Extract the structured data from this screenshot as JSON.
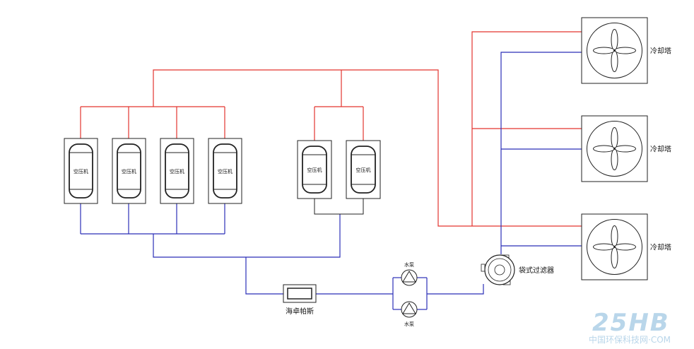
{
  "colors": {
    "hot_line": "#e3342f",
    "cold_line": "#2b2fb8",
    "outline": "#222222",
    "watermark": "#b9d6ea"
  },
  "compressors": [
    {
      "label": "空压机"
    },
    {
      "label": "空压机"
    },
    {
      "label": "空压机"
    },
    {
      "label": "空压机"
    },
    {
      "label": "空压机"
    },
    {
      "label": "空压机"
    }
  ],
  "cooling_towers": [
    {
      "label": "冷却塔"
    },
    {
      "label": "冷却塔"
    },
    {
      "label": "冷却塔"
    }
  ],
  "pumps": [
    {
      "label": "水泵"
    },
    {
      "label": "水泵"
    }
  ],
  "filter": {
    "label": "袋式过滤器"
  },
  "heat_exchanger": {
    "label": "海卓帕斯"
  },
  "watermark": {
    "logo": "25HB",
    "site": "中国环保科技网·COM"
  },
  "icons": [
    "fan-icon",
    "pump-icon",
    "bag-filter-icon",
    "compressor-tank-icon"
  ]
}
